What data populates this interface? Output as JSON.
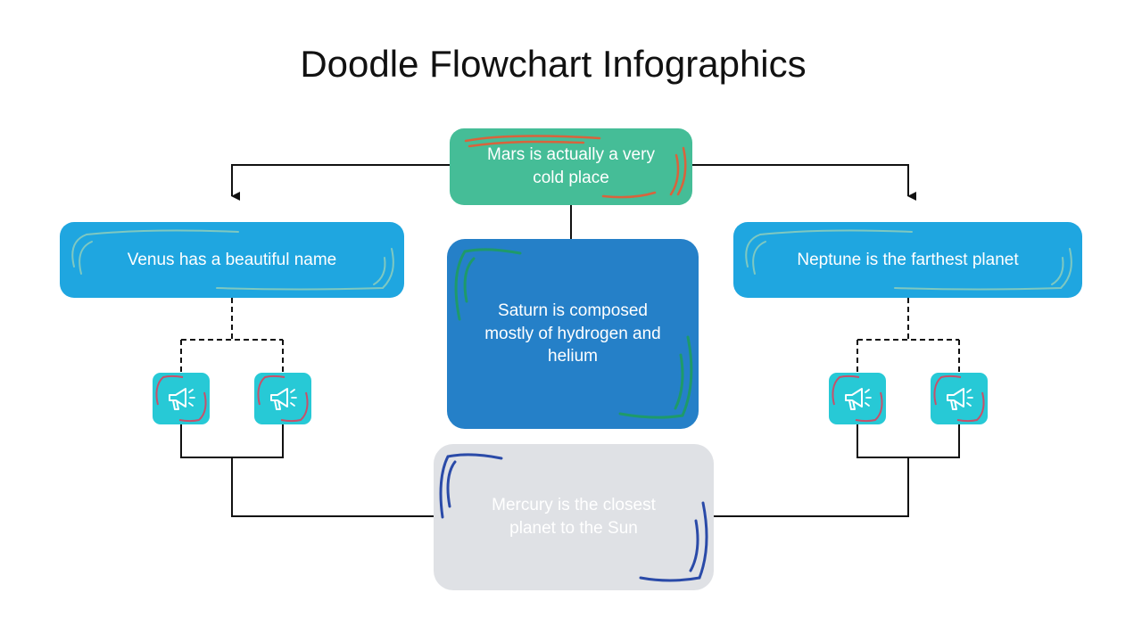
{
  "title": "Doodle Flowchart Infographics",
  "nodes": {
    "mars": "Mars is actually a very cold place",
    "venus": "Venus has a beautiful name",
    "neptune": "Neptune is the farthest planet",
    "saturn": "Saturn is composed mostly of hydrogen and helium",
    "mercury": "Mercury is the closest planet to the Sun"
  },
  "colors": {
    "mars_fill": "#45bd97",
    "mars_scribble": "#d9633c",
    "blue_fill": "#1fa6e0",
    "blue_scribble": "#7fc8c0",
    "saturn_fill": "#2580c8",
    "saturn_scribble": "#1e9a6a",
    "mercury_fill": "#dfe1e5",
    "mercury_scribble": "#2a4aa8",
    "icon_fill": "#27c9d6",
    "icon_scribble": "#c8506a",
    "connector": "#111111"
  },
  "icons": [
    "megaphone-icon",
    "megaphone-icon",
    "megaphone-icon",
    "megaphone-icon"
  ]
}
